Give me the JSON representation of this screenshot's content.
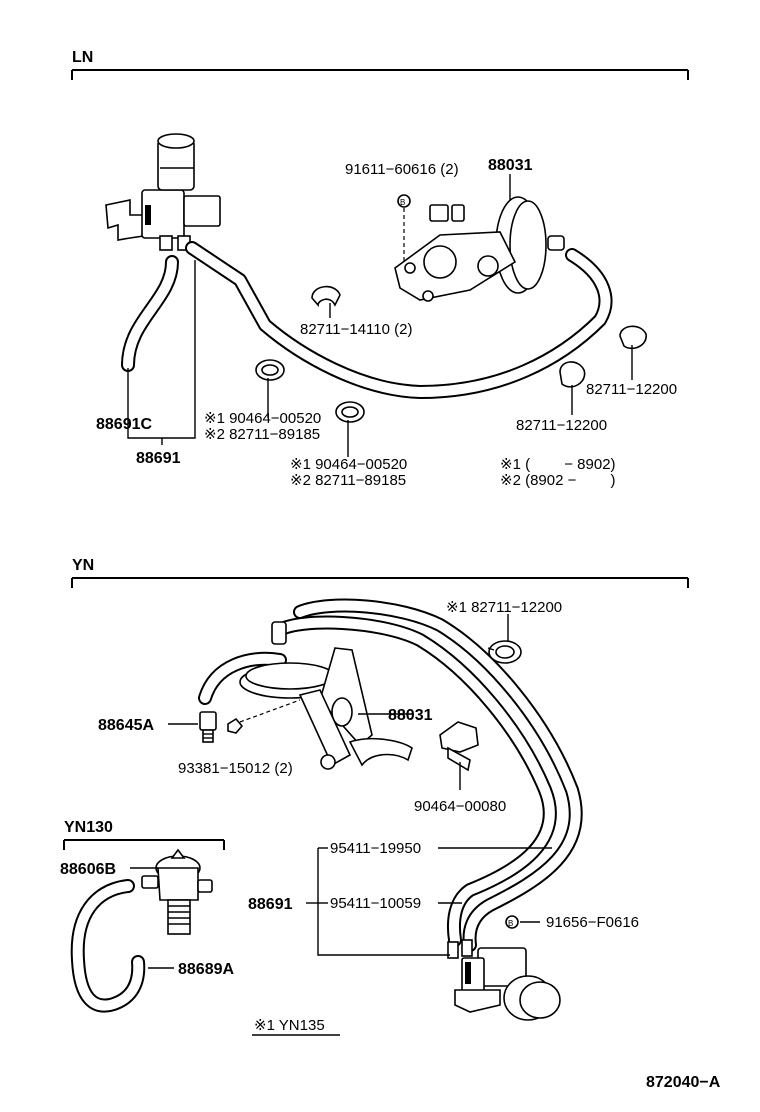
{
  "sections": {
    "ln": "LN",
    "yn": "YN",
    "yn130": "YN130"
  },
  "ln_labels": {
    "bolt_91611": "91611−60616 (2)",
    "part_88031": "88031",
    "clip_82711_14110": "82711−14110 (2)",
    "clip_82711_12200_a": "82711−12200",
    "clip_82711_12200_b": "82711−12200",
    "hose_88691c": "88691C",
    "hose_88691": "88691",
    "clamp_a1": "※1 90464−00520",
    "clamp_a2": "※2 82711−89185",
    "clamp_b1": "※1 90464−00520",
    "clamp_b2": "※2 82711−89185",
    "note1": "※1 (　　 − 8902)",
    "note2": "※2 (8902 −　　 )"
  },
  "yn_labels": {
    "clip_82711_12200": "※1 82711−12200",
    "part_88645a": "88645A",
    "part_88031": "88031",
    "nut_93381": "93381−15012 (2)",
    "clamp_90464": "90464−00080",
    "hose_95411_19950": "95411−19950",
    "part_88691": "88691",
    "hose_95411_10059": "95411−10059",
    "bolt_91656": "91656−F0616",
    "part_88606b": "88606B",
    "hose_88689a": "88689A",
    "note_yn135": "※1 YN135"
  },
  "figure_code": "872040−A"
}
